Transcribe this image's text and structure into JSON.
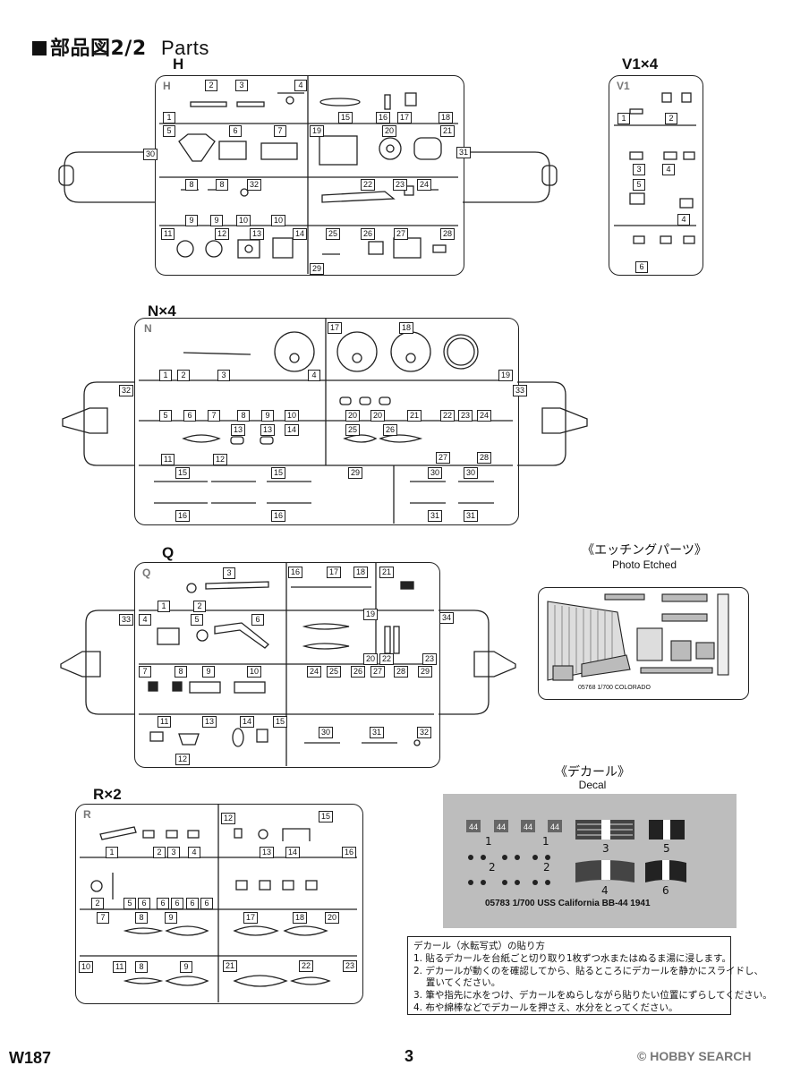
{
  "header": {
    "title": "部品図2/2",
    "subtitle": "Parts"
  },
  "sprues": {
    "H": {
      "title": "H",
      "tag": "H"
    },
    "V": {
      "title": "V1×4",
      "tag": "V1"
    },
    "N": {
      "title": "N×4",
      "tag": "N"
    },
    "Q": {
      "title": "Q",
      "tag": "Q"
    },
    "R": {
      "title": "R×2",
      "tag": "R"
    }
  },
  "etched": {
    "title": "《エッチングパーツ》",
    "subtitle": "Photo Etched",
    "plate_text": "05768 1/700 COLORADO"
  },
  "decal": {
    "title": "《デカール》",
    "subtitle": "Decal",
    "hull_number": "44",
    "caption": "05783 1/700 USS California BB-44 1941",
    "labels": [
      "1",
      "1",
      "2",
      "2",
      "3",
      "4",
      "5",
      "6"
    ]
  },
  "instructions": {
    "heading": "デカール（水転写式）の貼り方",
    "steps": [
      "1. 貼るデカールを台紙ごと切り取り1枚ずつ水またはぬるま湯に浸します。",
      "2. デカールが動くのを確認してから、貼るところにデカールを静かにスライドし、",
      "　 置いてください。",
      "3. 筆や指先に水をつけ、デカールをぬらしながら貼りたい位置にずらしてください。",
      "4. 布や綿棒などでデカールを押さえ、水分をとってください。"
    ]
  },
  "footer": {
    "code": "W187",
    "page": "3",
    "watermark": "© HOBBY SEARCH"
  }
}
